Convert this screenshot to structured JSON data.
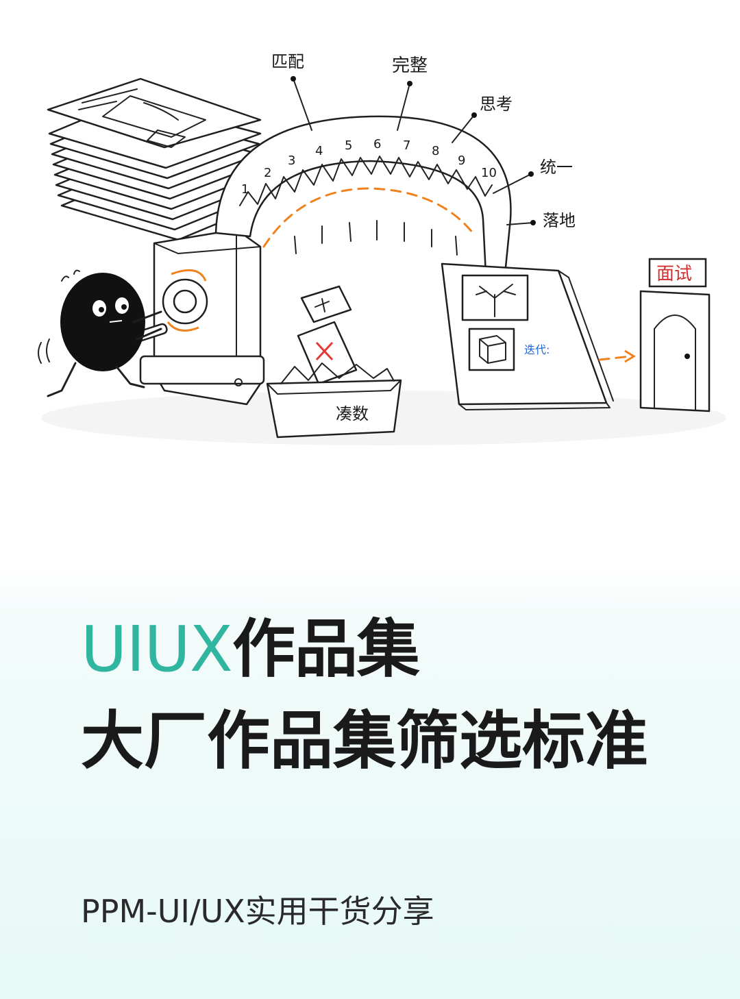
{
  "illustration": {
    "dial_labels": [
      "匹配",
      "完整",
      "思考",
      "统一",
      "落地"
    ],
    "dial_numbers": [
      "1",
      "2",
      "3",
      "4",
      "5",
      "6",
      "7",
      "8",
      "9",
      "10"
    ],
    "bin_label": "凑数",
    "door_sign": "面试",
    "book_note": "迭代:",
    "colors": {
      "accent_orange": "#f0821e",
      "reject_red": "#e53935",
      "door_sign_red": "#d32f2f",
      "note_blue": "#1e63d6"
    }
  },
  "title": {
    "line1_accent": "UIUX",
    "line1_rest": "作品集",
    "line2": "大厂作品集筛选标准"
  },
  "subtitle": "PPM-UI/UX实用干货分享",
  "colors": {
    "title_accent": "#2fb5a0",
    "title_text": "#1a1a1a"
  }
}
